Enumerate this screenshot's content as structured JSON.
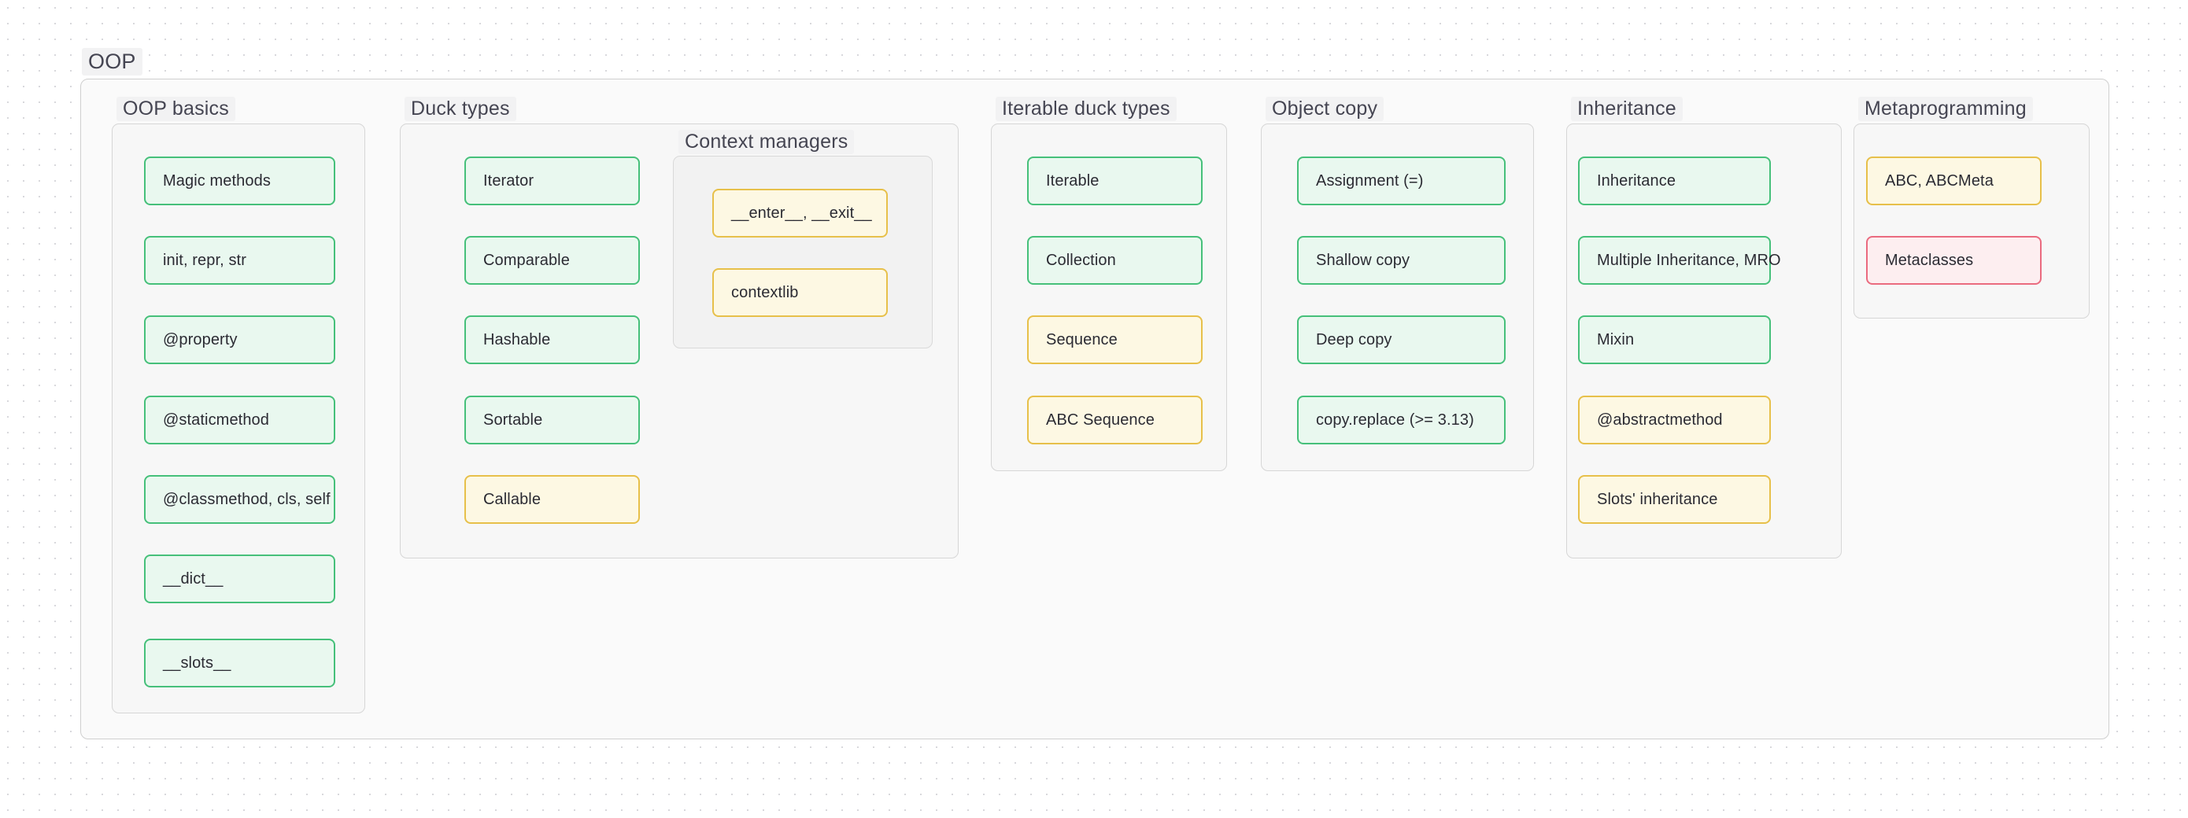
{
  "diagram": {
    "type": "flowchart",
    "root_title": "OOP",
    "edge_color": "#6b3fd4",
    "node_styles": {
      "green": {
        "fill": "#e9f8ef",
        "stroke": "#46c07a"
      },
      "yellow": {
        "fill": "#fdf8e3",
        "stroke": "#e7c04a"
      },
      "red": {
        "fill": "#fdeef0",
        "stroke": "#ea6b7f"
      }
    },
    "clusters": [
      {
        "id": "oop-basics",
        "title": "OOP basics",
        "nodes": [
          {
            "id": "magic-methods",
            "label": "Magic methods",
            "style": "green"
          },
          {
            "id": "init-repr-str",
            "label": "init, repr, str",
            "style": "green"
          },
          {
            "id": "property",
            "label": "@property",
            "style": "green"
          },
          {
            "id": "staticmethod",
            "label": "@staticmethod",
            "style": "green"
          },
          {
            "id": "classmethod",
            "label": "@classmethod, cls, self",
            "style": "green"
          },
          {
            "id": "dict",
            "label": "__dict__",
            "style": "green"
          },
          {
            "id": "slots",
            "label": "__slots__",
            "style": "green"
          }
        ]
      },
      {
        "id": "duck-types",
        "title": "Duck types",
        "nodes": [
          {
            "id": "iterator",
            "label": "Iterator",
            "style": "green"
          },
          {
            "id": "comparable",
            "label": "Comparable",
            "style": "green"
          },
          {
            "id": "hashable",
            "label": "Hashable",
            "style": "green"
          },
          {
            "id": "sortable",
            "label": "Sortable",
            "style": "green"
          },
          {
            "id": "callable",
            "label": "Callable",
            "style": "yellow"
          }
        ],
        "subclusters": [
          {
            "id": "context-managers",
            "title": "Context managers",
            "nodes": [
              {
                "id": "enter-exit",
                "label": "__enter__, __exit__",
                "style": "yellow"
              },
              {
                "id": "contextlib",
                "label": "contextlib",
                "style": "yellow"
              }
            ]
          }
        ]
      },
      {
        "id": "iterable-duck-types",
        "title": "Iterable duck types",
        "nodes": [
          {
            "id": "iterable",
            "label": "Iterable",
            "style": "green"
          },
          {
            "id": "collection",
            "label": "Collection",
            "style": "green"
          },
          {
            "id": "sequence",
            "label": "Sequence",
            "style": "yellow"
          },
          {
            "id": "abc-sequence",
            "label": "ABC Sequence",
            "style": "yellow"
          }
        ]
      },
      {
        "id": "object-copy",
        "title": "Object copy",
        "nodes": [
          {
            "id": "assignment",
            "label": "Assignment (=)",
            "style": "green"
          },
          {
            "id": "shallow-copy",
            "label": "Shallow copy",
            "style": "green"
          },
          {
            "id": "deep-copy",
            "label": "Deep copy",
            "style": "green"
          },
          {
            "id": "copy-replace",
            "label": "copy.replace (>= 3.13)",
            "style": "green"
          }
        ]
      },
      {
        "id": "inheritance",
        "title": "Inheritance",
        "nodes": [
          {
            "id": "inheritance-node",
            "label": "Inheritance",
            "style": "green"
          },
          {
            "id": "multiple-inheritance",
            "label": "Multiple Inheritance, MRO",
            "style": "green"
          },
          {
            "id": "mixin",
            "label": "Mixin",
            "style": "green"
          },
          {
            "id": "abstractmethod",
            "label": "@abstractmethod",
            "style": "yellow"
          },
          {
            "id": "slots-inheritance",
            "label": "Slots' inheritance",
            "style": "yellow"
          }
        ]
      },
      {
        "id": "metaprogramming",
        "title": "Metaprogramming",
        "nodes": [
          {
            "id": "abc-abcmeta",
            "label": "ABC, ABCMeta",
            "style": "yellow"
          },
          {
            "id": "metaclasses",
            "label": "Metaclasses",
            "style": "red"
          }
        ]
      }
    ],
    "edges": [
      {
        "from": "magic-methods",
        "to": "init-repr-str"
      },
      {
        "from": "init-repr-str",
        "to": "property"
      },
      {
        "from": "property",
        "to": "staticmethod"
      },
      {
        "from": "staticmethod",
        "to": "classmethod"
      },
      {
        "from": "classmethod",
        "to": "dict"
      },
      {
        "from": "dict",
        "to": "slots"
      },
      {
        "from": "slots",
        "to": "iterator"
      },
      {
        "from": "iterator",
        "to": "comparable"
      },
      {
        "from": "comparable",
        "to": "hashable"
      },
      {
        "from": "hashable",
        "to": "sortable"
      },
      {
        "from": "sortable",
        "to": "callable"
      },
      {
        "from": "callable",
        "to": "enter-exit"
      },
      {
        "from": "enter-exit",
        "to": "contextlib"
      },
      {
        "from": "contextlib",
        "to": "iterable"
      },
      {
        "from": "iterable",
        "to": "collection"
      },
      {
        "from": "collection",
        "to": "sequence"
      },
      {
        "from": "sequence",
        "to": "abc-sequence"
      },
      {
        "from": "abc-sequence",
        "to": "assignment"
      },
      {
        "from": "assignment",
        "to": "shallow-copy"
      },
      {
        "from": "shallow-copy",
        "to": "deep-copy"
      },
      {
        "from": "deep-copy",
        "to": "copy-replace"
      },
      {
        "from": "copy-replace",
        "to": "inheritance-node"
      },
      {
        "from": "inheritance-node",
        "to": "multiple-inheritance"
      },
      {
        "from": "multiple-inheritance",
        "to": "mixin"
      },
      {
        "from": "mixin",
        "to": "abstractmethod"
      },
      {
        "from": "abstractmethod",
        "to": "slots-inheritance"
      },
      {
        "from": "slots-inheritance",
        "to": "abc-abcmeta"
      },
      {
        "from": "abc-abcmeta",
        "to": "metaclasses"
      }
    ]
  }
}
